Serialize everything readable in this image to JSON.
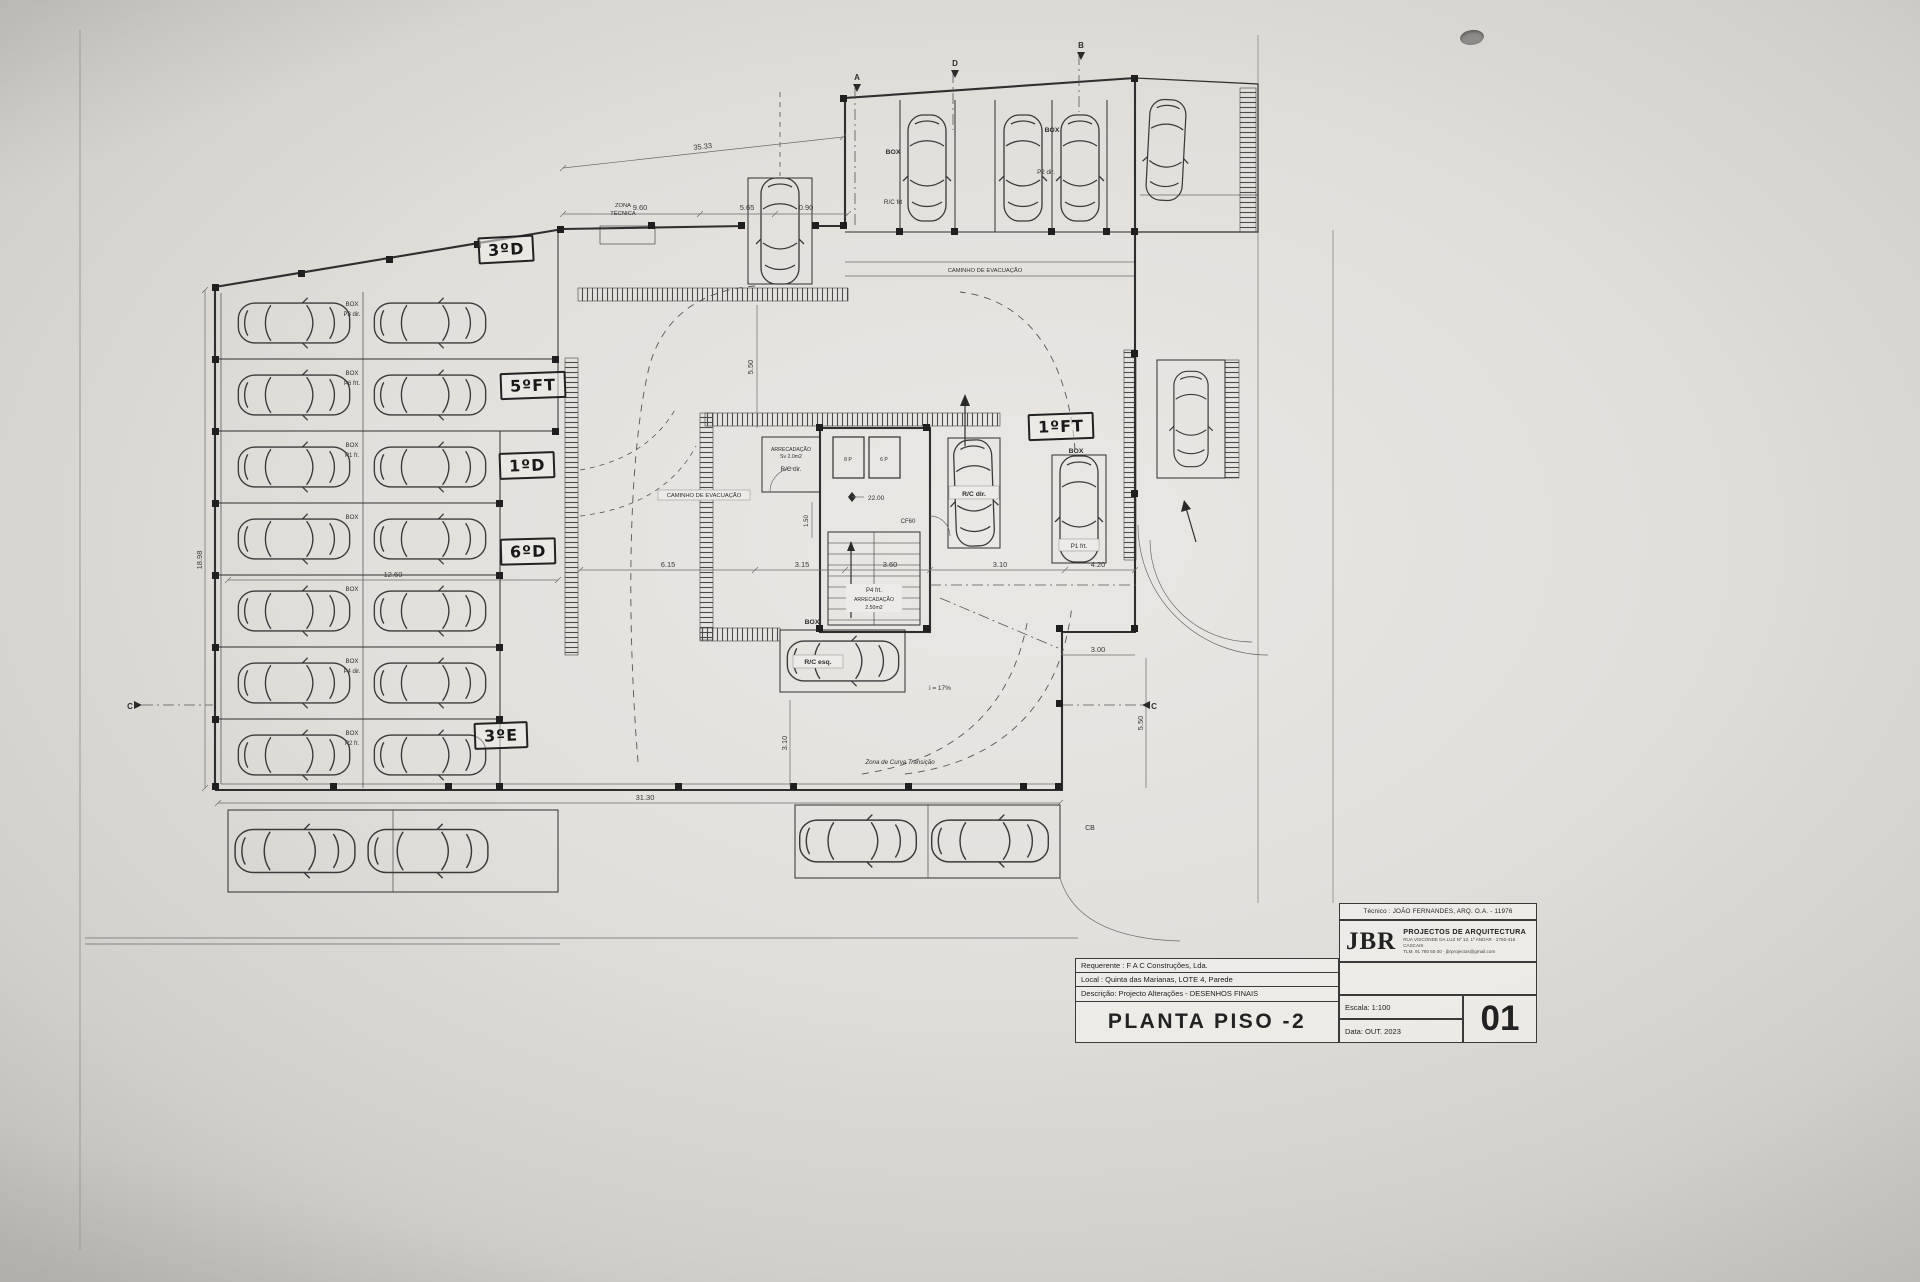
{
  "sheet": {
    "tecnico": "Técnico : JOÃO FERNANDES, ARQ.   O.A. - 11976",
    "firm_name": "JBR",
    "firm_subtitle": "PROJECTOS DE ARQUITECTURA",
    "firm_address1": "RUA VISCONDE DA LUZ Nº 13, 1º ANDAR · 2750-416 CASCAIS",
    "firm_address2": "TLM. 91 780 55 00 · jbrprojectos@gmail.com",
    "requerente": "Requerente : F A C Construções, Lda.",
    "local": "Local : Quinta das Marianas, LOTE 4, Parede",
    "descricao": "Descrição:  Projecto Alterações - DESENHOS FINAIS",
    "title": "PLANTA PISO -2",
    "escala": "Escala: 1:100",
    "data": "Data: OUT. 2023",
    "numero": "01"
  },
  "handwritten": [
    "3ºD",
    "5ºFT",
    "1ºD",
    "6ºD",
    "3ºE",
    "1ºFT"
  ],
  "left_rows": {
    "box": "BOX",
    "codes": [
      "P3 dir.",
      "P6 frt.",
      "P1 fr.",
      "",
      "",
      "P4 dir.",
      "P2 fr."
    ]
  },
  "labels": {
    "box": "BOX",
    "p2_dir": "P2 dir.",
    "p1_frt": "P1 frt.",
    "rc_frt": "R/C frt",
    "rc_dir": "R/C dir.",
    "rc_esq": "R/C esq.",
    "p4_frt": "P4 frt.",
    "arrec1_l1": "ARRECADAÇÃO",
    "arrec1_l2": "Sv 2.0m2",
    "arrec2_l1": "ARRECADAÇÃO",
    "arrec2_l2": "2.50m2",
    "zona_l1": "ZONA",
    "zona_l2": "TÉCNICA",
    "caminho": "CAMINHO DE EVACUAÇÃO",
    "zona_curva": "Zona de Curva Transição",
    "ramp_slope": "i = 17%",
    "cf60": "CF60",
    "level": "22.00",
    "elev1": "8 P",
    "elev2": "6 P"
  },
  "dims": [
    "35.33",
    "9.60",
    "5.65",
    "0.90",
    "12.60",
    "31.30",
    "18.98",
    "6.15",
    "3.15",
    "3.60",
    "3.10",
    "4.20",
    "3.00",
    "5.50",
    "5.50",
    "1.50",
    "3.10"
  ],
  "markers": [
    "A",
    "D",
    "B",
    "C",
    "C",
    "CB"
  ]
}
